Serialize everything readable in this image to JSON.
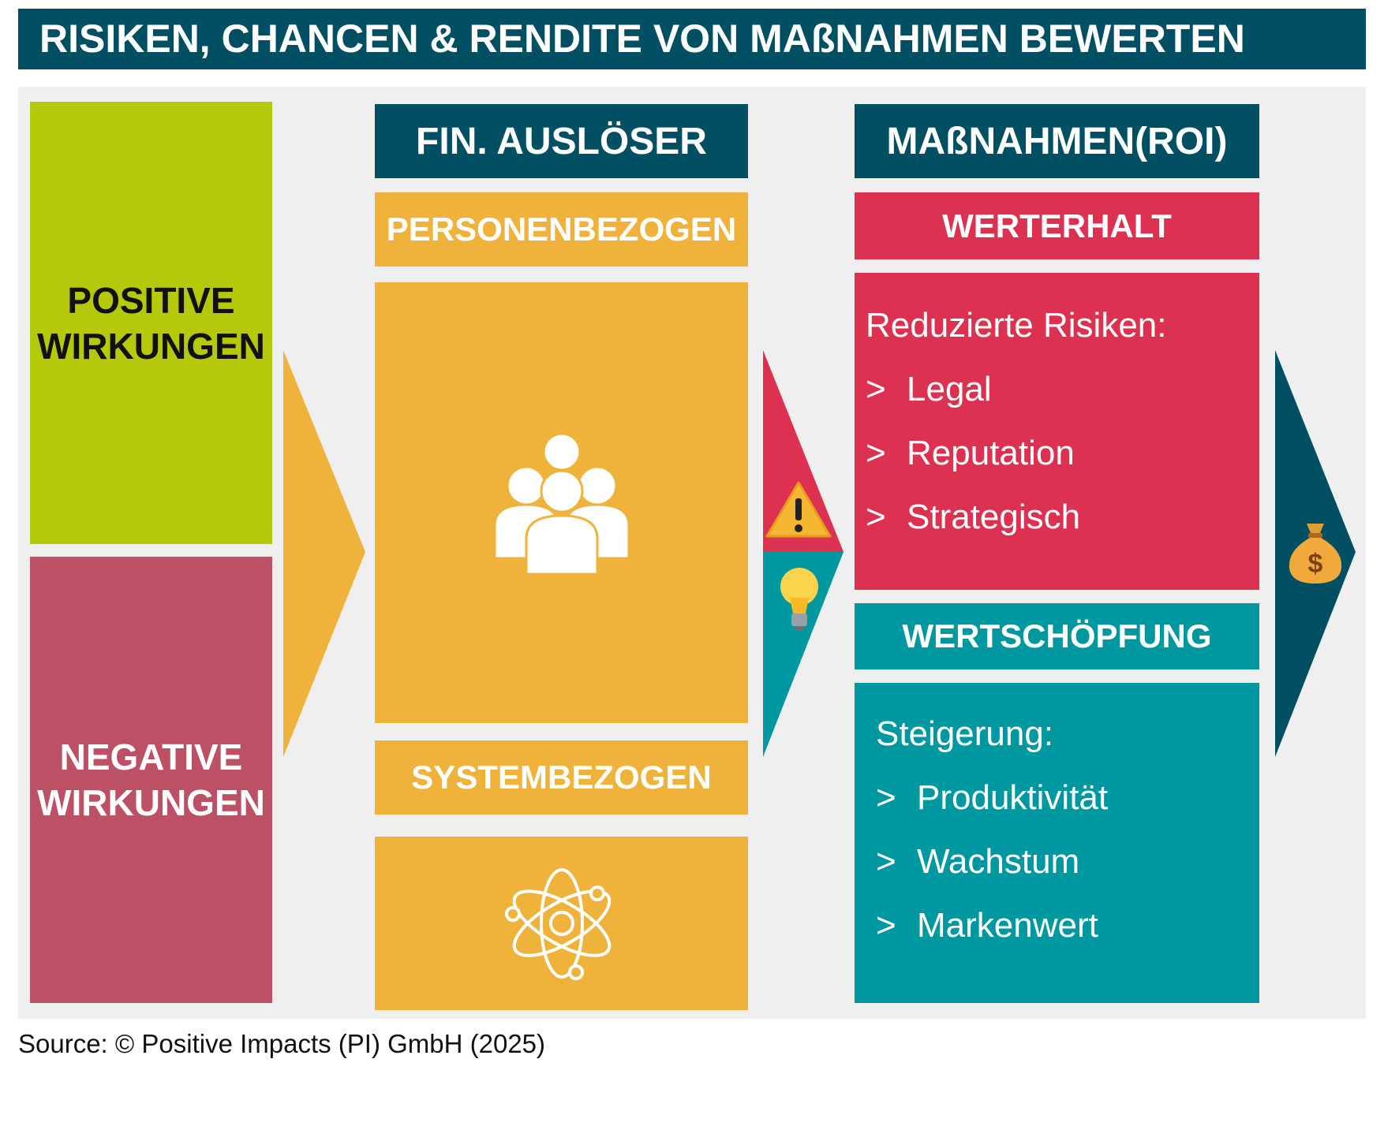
{
  "title": "RISIKEN, CHANCEN & RENDITE VON MAßNAHMEN BEWERTEN",
  "impacts": {
    "positive": [
      "POSITIVE",
      "WIRKUNGEN"
    ],
    "negative": [
      "NEGATIVE",
      "WIRKUNGEN"
    ]
  },
  "triggers": {
    "header": "FIN. AUSLÖSER",
    "person": "PERSONENBEZOGEN",
    "system": "SYSTEMBEZOGEN"
  },
  "measures": {
    "header": "MAßNAHMEN(ROI)",
    "preservation": {
      "header": "WERTERHALT",
      "intro": "Reduzierte Risiken:",
      "items": [
        "Legal",
        "Reputation",
        "Strategisch"
      ]
    },
    "creation": {
      "header": "WERTSCHÖPFUNG",
      "intro": "Steigerung:",
      "items": [
        "Produktivität",
        "Wachstum",
        "Markenwert"
      ]
    },
    "bullet": ">"
  },
  "source": "Source: © Positive Impacts (PI) GmbH (2025)",
  "colors": {
    "dark": "#014f63",
    "green": "#b5c90a",
    "negative": "#bc5064",
    "yellow": "#efb33c",
    "red": "#dc3150",
    "teal": "#0098a0",
    "panel": "#efefef"
  }
}
